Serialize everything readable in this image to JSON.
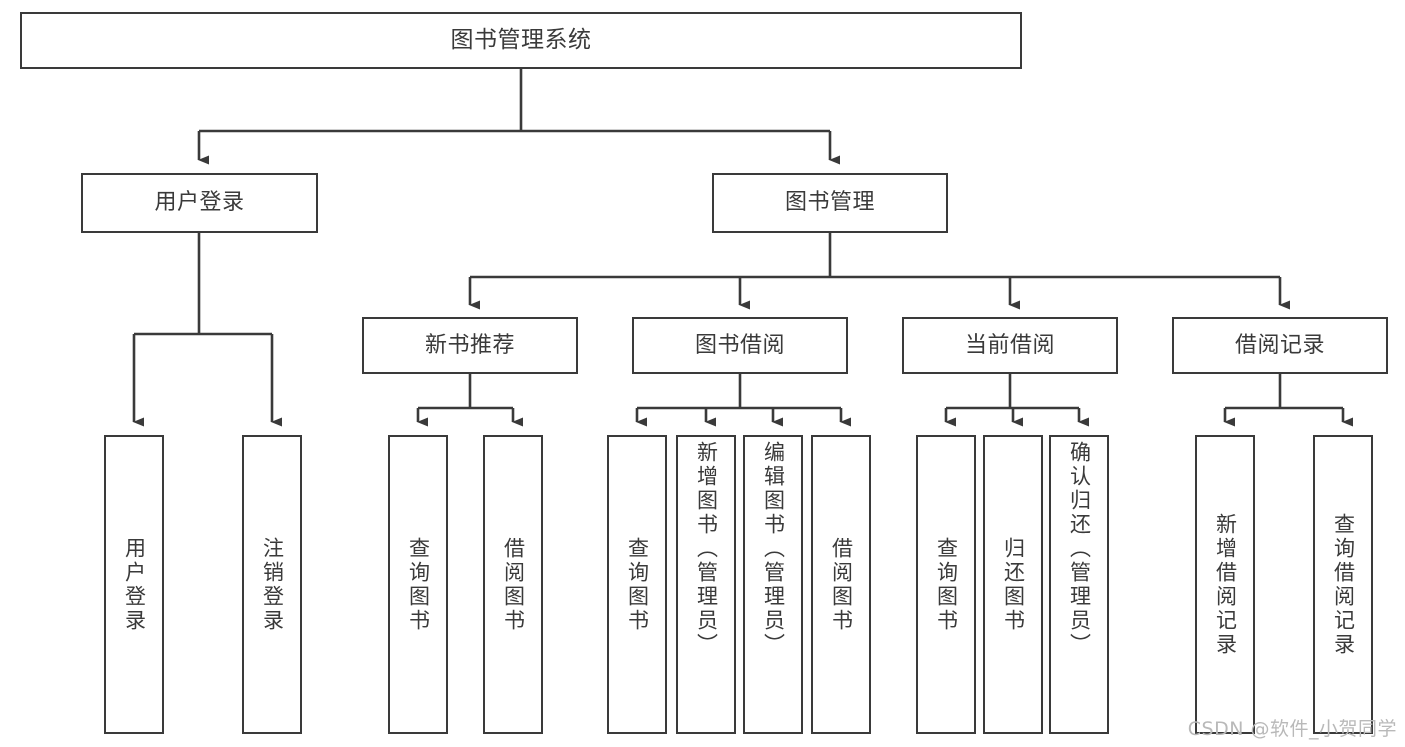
{
  "diagram": {
    "type": "tree",
    "title": "图书管理系统",
    "orientation": "top-down",
    "colors": {
      "box_border": "#3a3a3a",
      "box_fill": "#ffffff",
      "text": "#3a3a3a",
      "edge": "#3a3a3a",
      "watermark": "#b9b9b9",
      "background": "#ffffff"
    },
    "root": {
      "label": "图书管理系统"
    },
    "level1": [
      {
        "label": "用户登录"
      },
      {
        "label": "图书管理"
      }
    ],
    "level2": [
      {
        "label": "新书推荐"
      },
      {
        "label": "图书借阅"
      },
      {
        "label": "当前借阅"
      },
      {
        "label": "借阅记录"
      }
    ],
    "leaves": {
      "user_login": [
        {
          "label": "用户登录"
        },
        {
          "label": "注销登录"
        }
      ],
      "new_book_recommend": [
        {
          "label": "查询图书"
        },
        {
          "label": "借阅图书"
        }
      ],
      "book_borrow": [
        {
          "label": "查询图书"
        },
        {
          "label": "新增图书（管理员）"
        },
        {
          "label": "编辑图书（管理员）"
        },
        {
          "label": "借阅图书"
        }
      ],
      "current_borrow": [
        {
          "label": "查询图书"
        },
        {
          "label": "归还图书"
        },
        {
          "label": "确认归还（管理员）"
        }
      ],
      "borrow_record": [
        {
          "label": "新增借阅记录"
        },
        {
          "label": "查询借阅记录"
        }
      ]
    }
  },
  "watermark": {
    "text": "CSDN @软件_小贺同学"
  }
}
